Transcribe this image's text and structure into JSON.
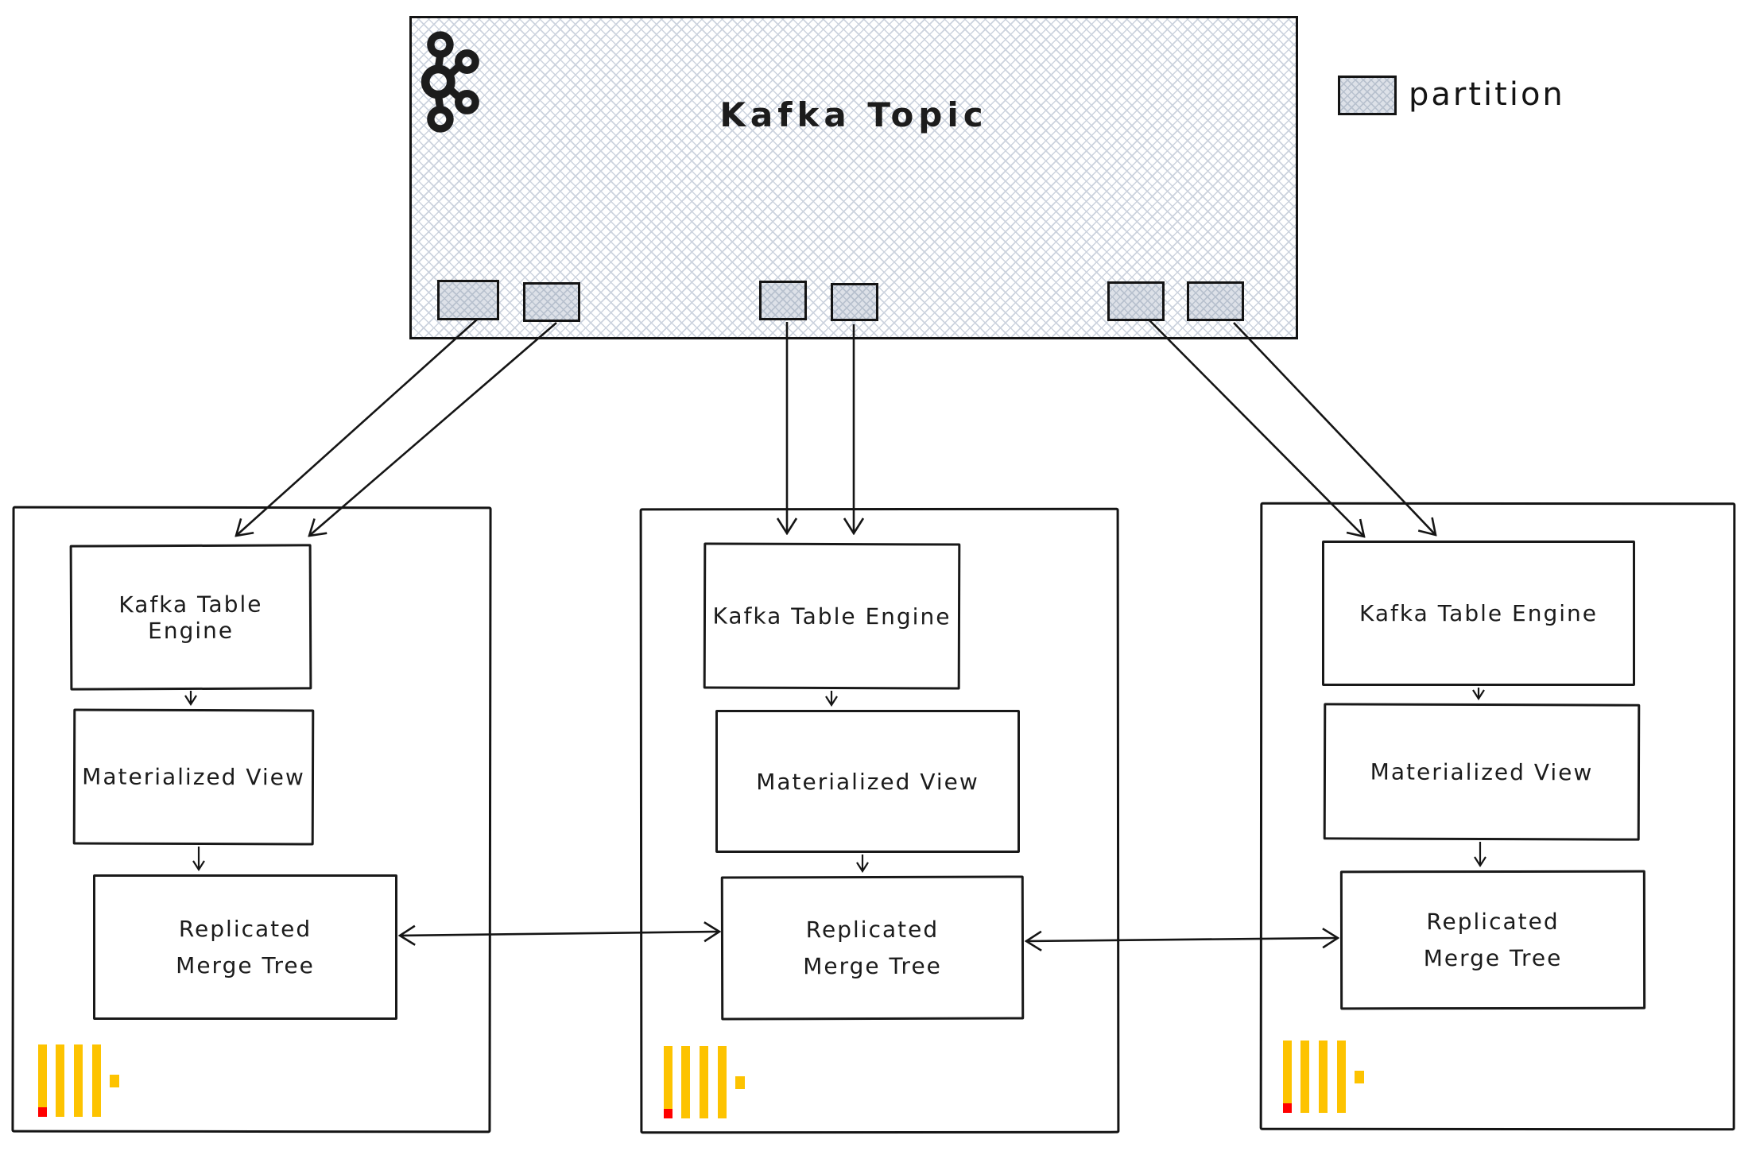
{
  "topic": {
    "title": "Kafka Topic",
    "partition_count": 6
  },
  "legend": {
    "label": "partition",
    "swatch": "crosshatch-square"
  },
  "nodes": [
    {
      "engine_label": "Kafka Table Engine",
      "view_label": "Materialized View",
      "merge_line1": "Replicated",
      "merge_line2": "Merge Tree"
    },
    {
      "engine_label": "Kafka Table Engine",
      "view_label": "Materialized View",
      "merge_line1": "Replicated",
      "merge_line2": "Merge Tree"
    },
    {
      "engine_label": "Kafka Table Engine",
      "view_label": "Materialized View",
      "merge_line1": "Replicated",
      "merge_line2": "Merge Tree"
    }
  ],
  "icons": {
    "kafka": "kafka-logo",
    "clickhouse": "clickhouse-logo"
  },
  "colors": {
    "ink": "#151515",
    "crosshatch": "#ccd3de",
    "partition_fill": "#dde1e8",
    "clickhouse_yellow": "#fdc300",
    "clickhouse_red": "#ff0000"
  }
}
